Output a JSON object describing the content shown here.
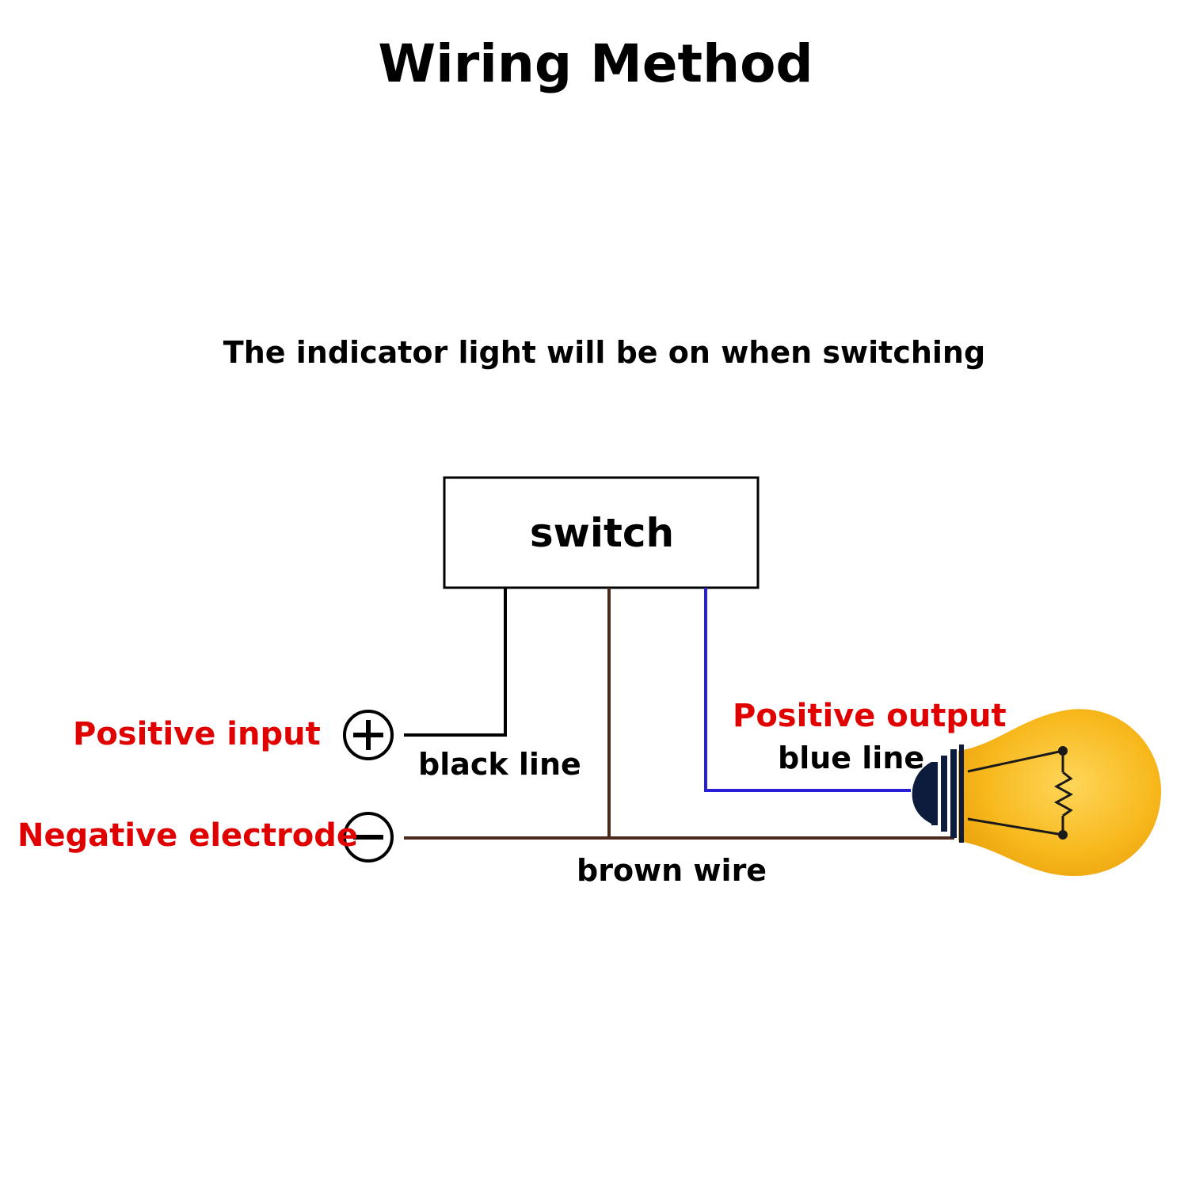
{
  "title": "Wiring Method",
  "subtitle": "The indicator light will be on when switching",
  "switch_box": {
    "label": "switch"
  },
  "terminals": {
    "positive_input": {
      "label": "Positive input",
      "symbol": "plus-terminal-icon"
    },
    "negative_electrode": {
      "label": "Negative electrode",
      "symbol": "minus-terminal-icon"
    }
  },
  "wires": {
    "black": {
      "label": "black line",
      "color": "#000000"
    },
    "brown": {
      "label": "brown wire",
      "color": "#4a2a1c"
    },
    "blue": {
      "label": "blue line",
      "color": "#2a1fd6"
    }
  },
  "output": {
    "label": "Positive output"
  },
  "bulb": {
    "icon": "light-bulb-icon",
    "glass_color": "#f6b417",
    "base_color": "#0d1b3d"
  },
  "colors": {
    "label_red": "#e00000",
    "text": "#000000"
  }
}
